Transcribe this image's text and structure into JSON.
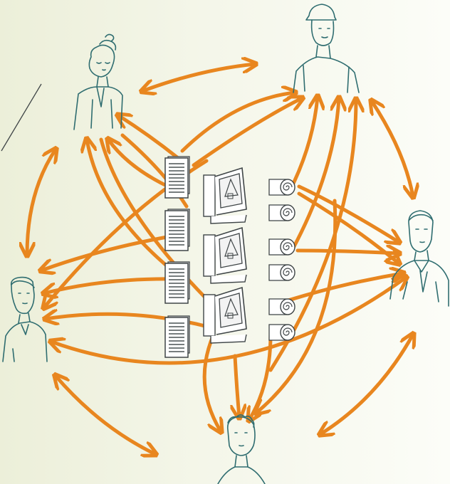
{
  "colors": {
    "background_left": "#ecefd9",
    "background_right": "#fcfdf8",
    "arrow": "#e8861f",
    "sketch_ink": "#3f4547",
    "figure_ink": "#2f6d70"
  },
  "diagram": {
    "people": [
      {
        "id": "woman-top-left",
        "icon": "person-icon"
      },
      {
        "id": "worker-top-right",
        "icon": "hardhat-person-icon"
      },
      {
        "id": "man-left",
        "icon": "person-icon"
      },
      {
        "id": "businessman-right",
        "icon": "person-tie-icon"
      },
      {
        "id": "man-bottom",
        "icon": "person-icon"
      }
    ],
    "hub": {
      "document_stacks": 4,
      "computers": 3,
      "scrolls": 6,
      "icons": [
        "document-stack-icon",
        "computer-icon",
        "scroll-icon"
      ]
    }
  }
}
